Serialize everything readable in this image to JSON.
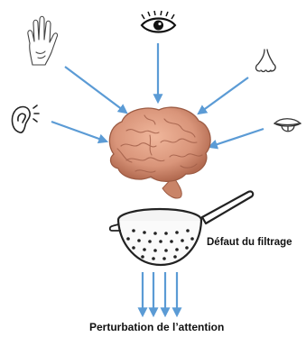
{
  "colors": {
    "arrow": "#5b9bd5",
    "brain": "#d9957a",
    "brain_shadow": "#a85d45",
    "sense_stroke": "#333333",
    "strainer": "#222222",
    "text": "#111111"
  },
  "icons": {
    "senses": [
      "hand-icon",
      "eye-icon",
      "nose-icon",
      "ear-icon",
      "mouth-icon"
    ],
    "center": "brain-image",
    "filter": "strainer-image"
  },
  "labels": {
    "filter": "Défaut du filtrage",
    "attention": "Perturbation de l’attention"
  }
}
